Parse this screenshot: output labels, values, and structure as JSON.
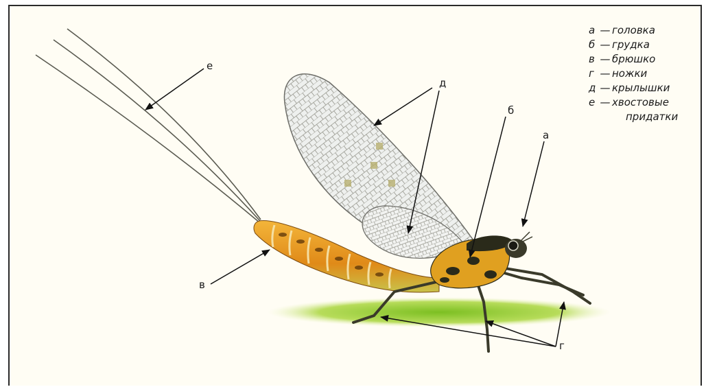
{
  "legend": [
    {
      "key": "а",
      "dash": "—",
      "text": "головка"
    },
    {
      "key": "б",
      "dash": "—",
      "text": "грудка"
    },
    {
      "key": "в",
      "dash": "—",
      "text": "брюшко"
    },
    {
      "key": "г",
      "dash": "—",
      "text": "ножки"
    },
    {
      "key": "д",
      "dash": "—",
      "text": "крылышки"
    },
    {
      "key": "е",
      "dash": "—",
      "text": "хвостовые",
      "continuation": "придатки"
    }
  ],
  "labels": {
    "a": "а",
    "b": "б",
    "v": "в",
    "g": "г",
    "d": "д",
    "e": "е"
  },
  "colors": {
    "abdomen": "#e8a020",
    "abdomen_dark": "#7a4a10",
    "thorax": "#2a2a1a",
    "wing_vein": "#7a7a70",
    "ground": "#9ccc3a"
  }
}
